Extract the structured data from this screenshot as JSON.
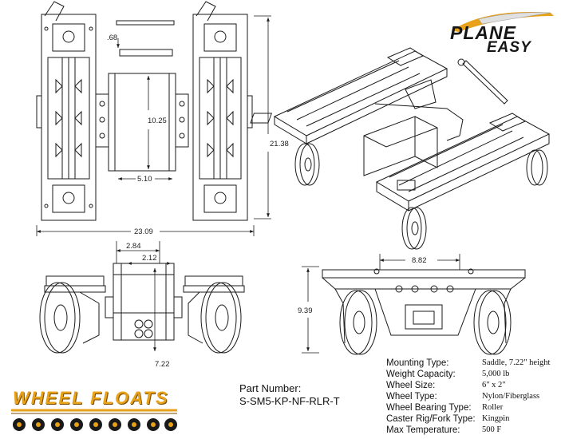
{
  "dimensions": {
    "rod_thickness": ".68",
    "saddle_height": "10.25",
    "saddle_width": "5.10",
    "overall_length": "21.38",
    "overall_width": "23.09",
    "side_offset": "2.84",
    "side_center": "2.12",
    "side_base": "7.22",
    "front_width": "8.82",
    "front_height": "9.39"
  },
  "part": {
    "label": "Part Number:",
    "number": "S-SM5-KP-NF-RLR-T"
  },
  "specs": [
    {
      "label": "Mounting Type:",
      "value": "Saddle, 7.22\" height"
    },
    {
      "label": "Weight Capacity:",
      "value": "5,000 lb"
    },
    {
      "label": "Wheel Size:",
      "value": "6\" x 2\""
    },
    {
      "label": "Wheel Type:",
      "value": "Nylon/Fiberglass"
    },
    {
      "label": "Wheel Bearing Type:",
      "value": "Roller"
    },
    {
      "label": "Caster Rig/Fork Type:",
      "value": "Kingpin"
    },
    {
      "label": "Max Temperature:",
      "value": "500 F"
    }
  ],
  "brand": {
    "plane_easy_line1": "PLANE",
    "plane_easy_line2": "EASY",
    "wheel_floats": "WHEEL FLOATS"
  },
  "colors": {
    "line": "#1a1a1a",
    "brand_orange": "#e8a21a",
    "brand_dark": "#161616"
  }
}
